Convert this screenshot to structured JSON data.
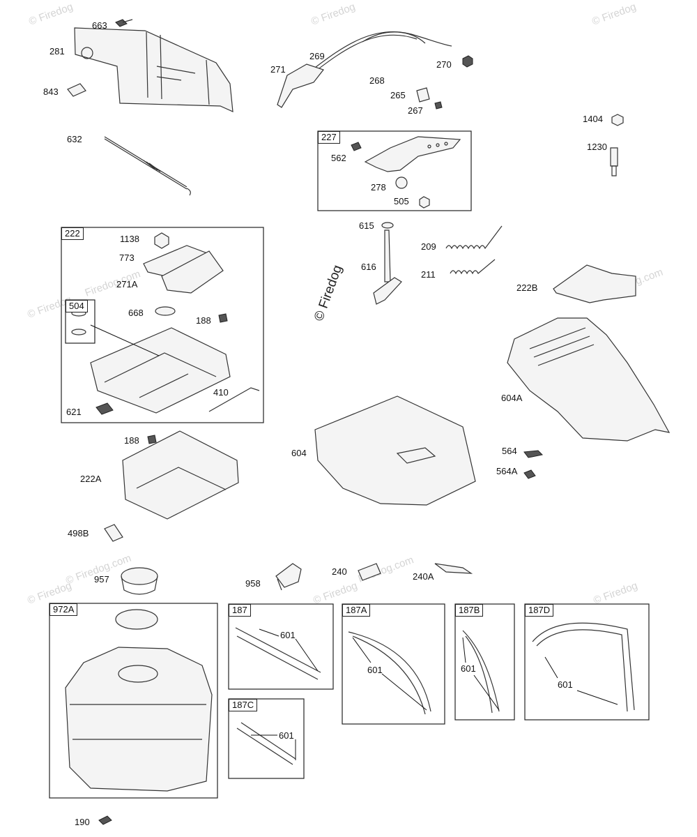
{
  "watermarks": [
    "© Firedog",
    "© Firedog",
    "© Firedog",
    "Firedog.com",
    "© Firedog",
    "© Firedog.com",
    "© Firedog",
    "© Firedog.com",
    "© Firedog",
    "Firedog.com",
    "© Firedog"
  ],
  "center_watermark": "© Firedog",
  "boxes": {
    "b222": "222",
    "b504": "504",
    "b227": "227",
    "b972a": "972A",
    "b187": "187",
    "b187a": "187A",
    "b187b": "187B",
    "b187c": "187C",
    "b187d": "187D"
  },
  "labels": {
    "l663": "663",
    "l281": "281",
    "l843": "843",
    "l632": "632",
    "l271": "271",
    "l269": "269",
    "l268": "268",
    "l270": "270",
    "l265": "265",
    "l267": "267",
    "l1404": "1404",
    "l1230": "1230",
    "l562": "562",
    "l278": "278",
    "l505": "505",
    "l1138": "1138",
    "l773": "773",
    "l271a": "271A",
    "l668": "668",
    "l188a": "188",
    "l410": "410",
    "l621": "621",
    "l615": "615",
    "l616": "616",
    "l209": "209",
    "l211": "211",
    "l222b": "222B",
    "l604a": "604A",
    "l604": "604",
    "l564": "564",
    "l564a": "564A",
    "l188b": "188",
    "l222a": "222A",
    "l498b": "498B",
    "l957": "957",
    "l958": "958",
    "l240": "240",
    "l240a": "240A",
    "l601_187": "601",
    "l601_187a": "601",
    "l601_187b": "601",
    "l601_187c": "601",
    "l601_187d": "601",
    "l190": "190"
  }
}
